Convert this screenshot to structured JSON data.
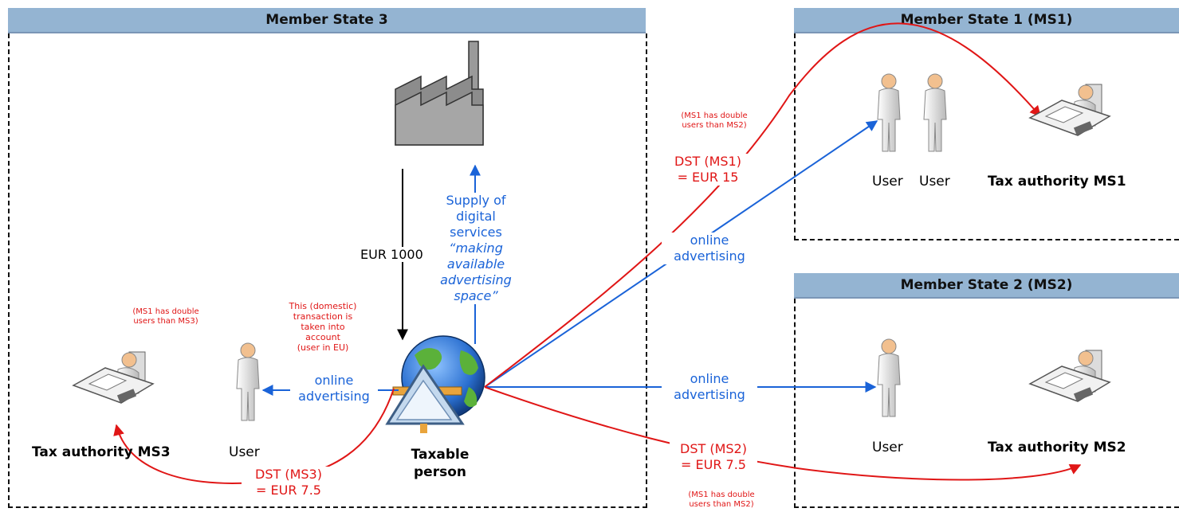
{
  "ms3": {
    "header": "Member State 3",
    "tax_authority": "Tax authority MS3",
    "user": "User",
    "taxable_person": "Taxable\nperson",
    "eur_1000": "EUR 1000",
    "supply_text": "Supply of\ndigital\nservices",
    "supply_quote": "“making\navailable\nadvertising\nspace”",
    "note_ms3": "(MS1 has double\nusers than MS3)",
    "domestic_note": "This (domestic)\ntransaction is\ntaken into\naccount\n(user in EU)",
    "online_ad": "online\nadvertising",
    "dst": "DST (MS3)\n= EUR 7.5"
  },
  "ms1": {
    "header": "Member State 1 (MS1)",
    "user_a": "User",
    "user_b": "User",
    "tax_authority": "Tax authority MS1",
    "note": "(MS1 has double\nusers than MS2)",
    "dst": "DST (MS1)\n= EUR 15",
    "online_ad": "online\nadvertising"
  },
  "ms2": {
    "header": "Member State 2 (MS2)",
    "user": "User",
    "tax_authority": "Tax authority MS2",
    "online_ad": "online\nadvertising",
    "dst": "DST (MS2)\n= EUR 7.5",
    "note": "(MS1 has double\nusers than MS2)"
  },
  "colors": {
    "header_bg": "#94b4d2",
    "blue_arrow": "#1a63d8",
    "red_arrow": "#e01616"
  }
}
